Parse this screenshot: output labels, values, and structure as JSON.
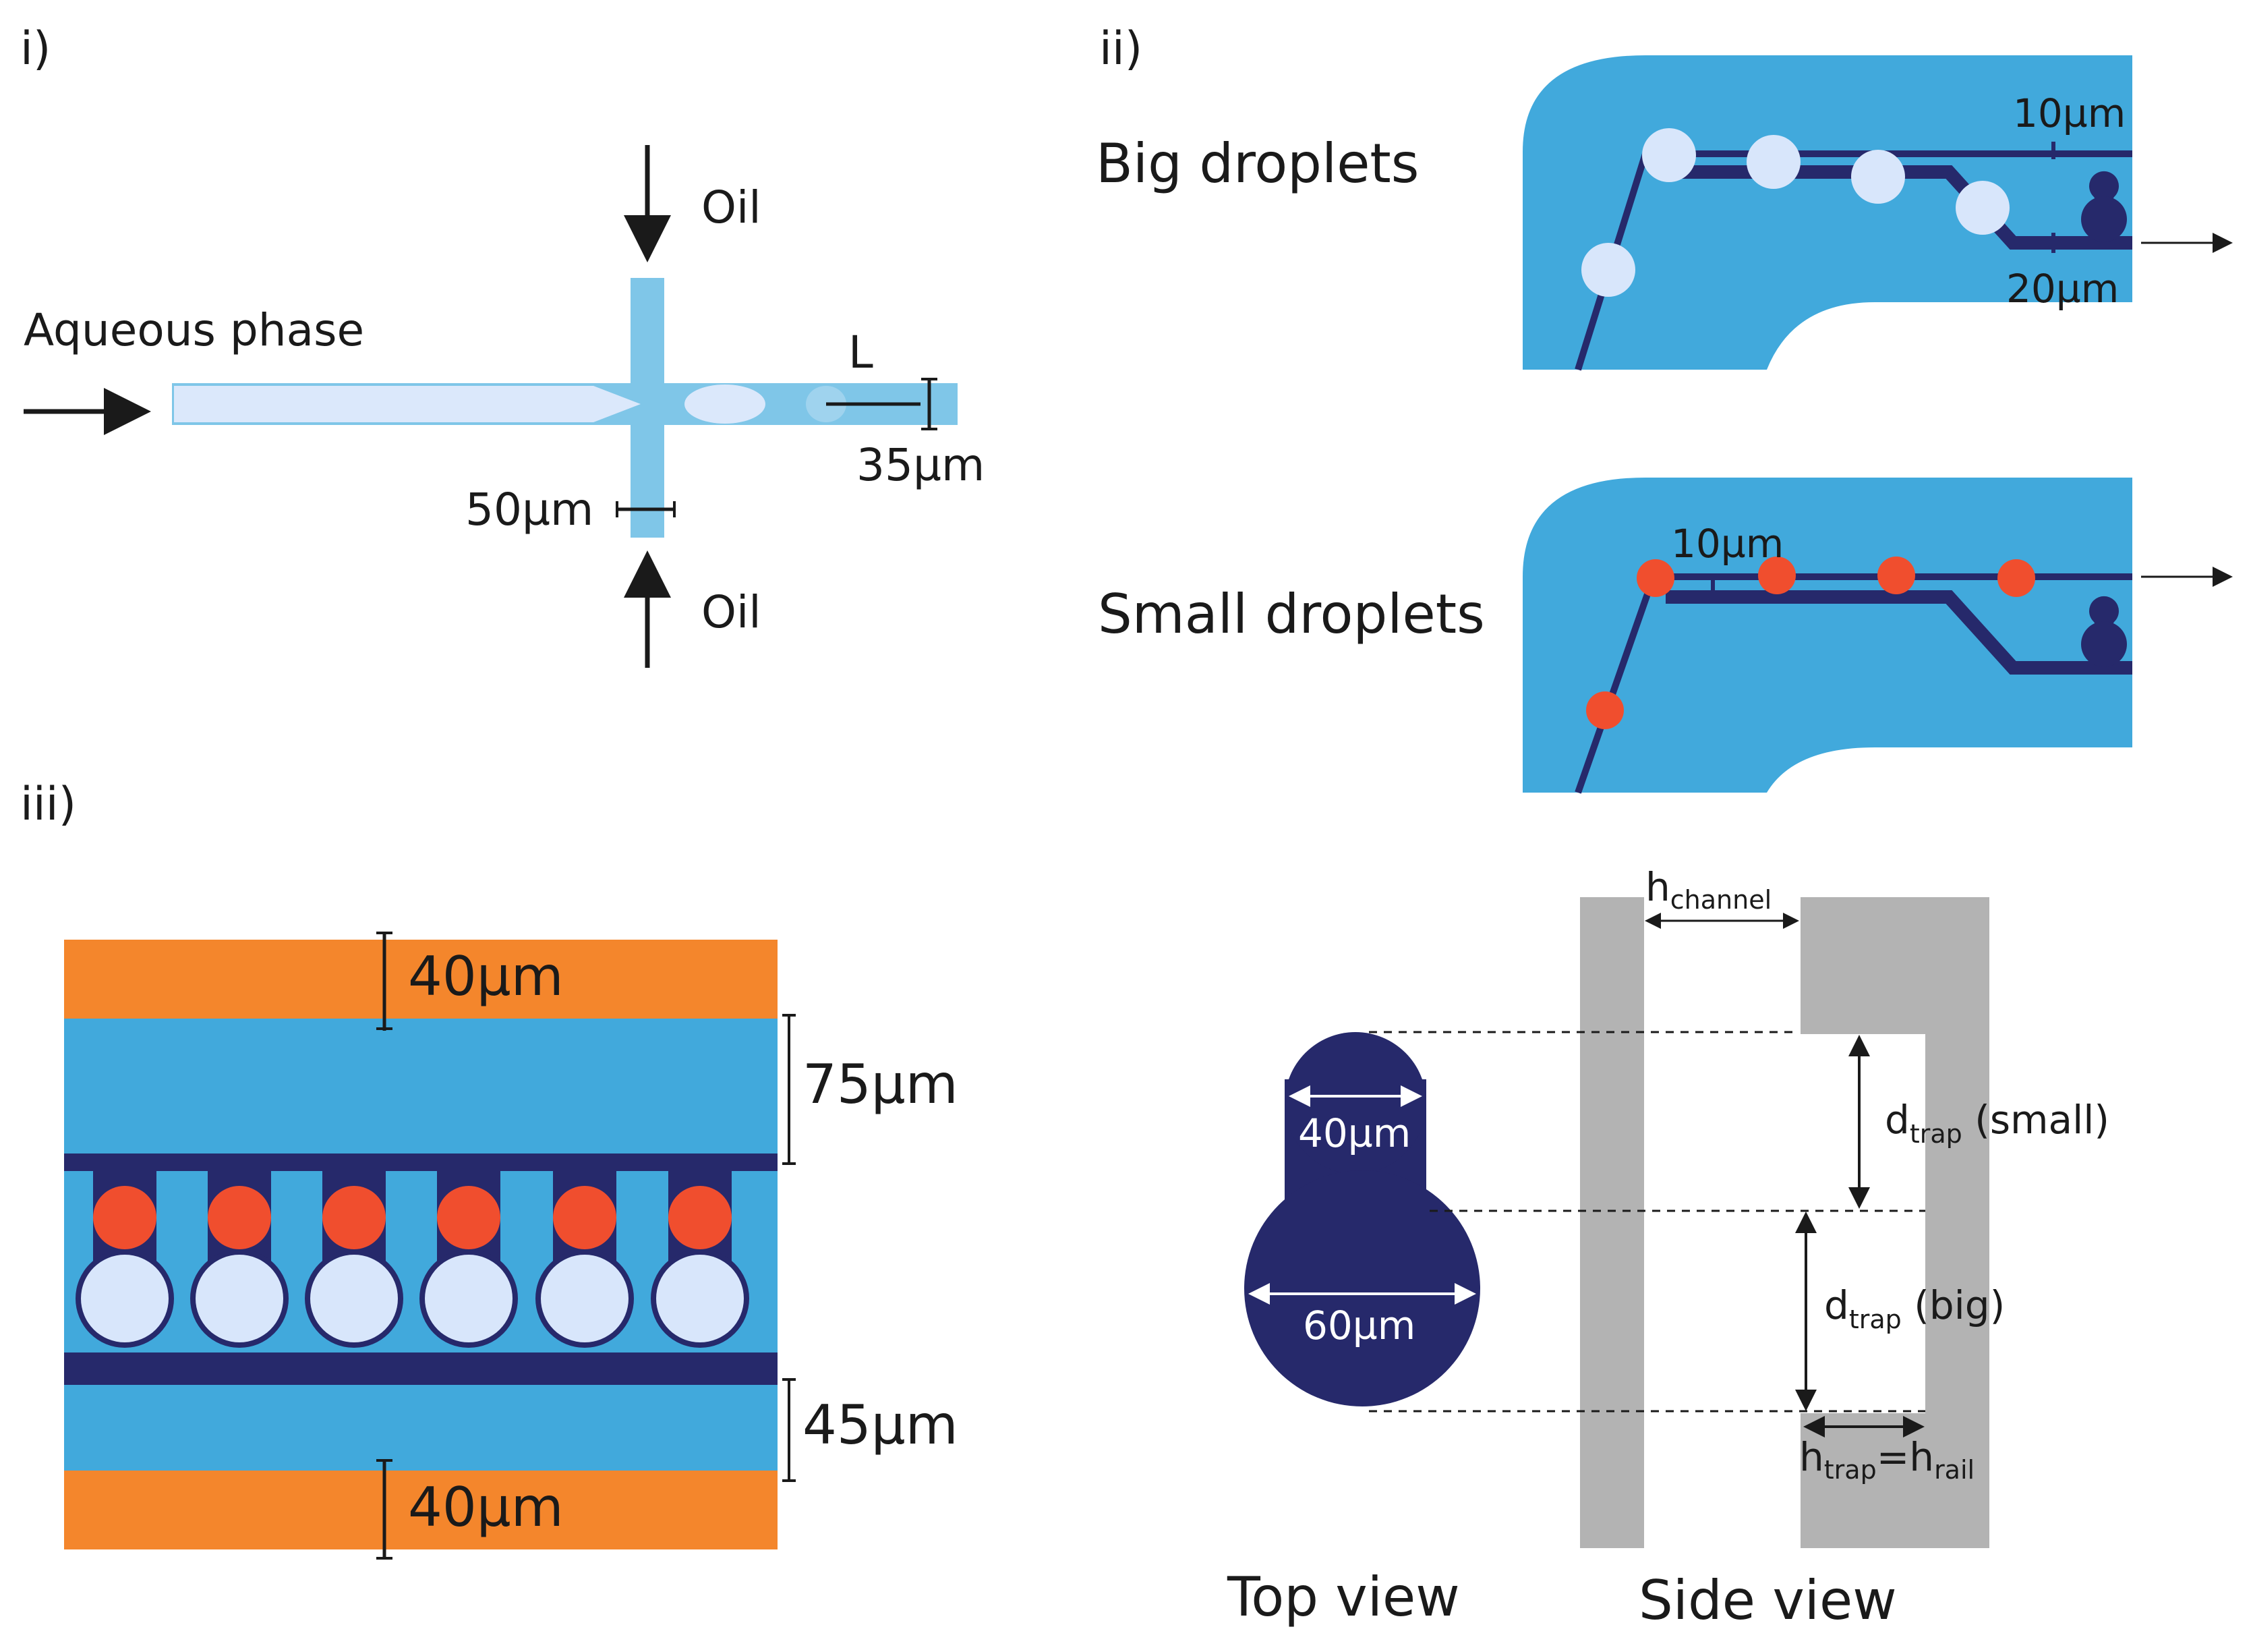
{
  "colors": {
    "channel_light": "#7fc6e8",
    "channel_blue": "#41a9dc",
    "aqueous": "#dbe8fb",
    "rail_dark": "#26296b",
    "droplet_small": "#f04e2e",
    "droplet_big": "#d8e6fb",
    "orange": "#f4862c",
    "gray": "#b3b3b3"
  },
  "panel_i": {
    "label": "i)",
    "aqueous_phase": "Aqueous phase",
    "oil_top": "Oil",
    "oil_bottom": "Oil",
    "length_label": "L",
    "width_outlet": "35µm",
    "width_inlet": "50µm"
  },
  "panel_ii": {
    "label": "ii)",
    "big_droplets": "Big droplets",
    "small_droplets": "Small droplets",
    "big_gap_top": "10µm",
    "big_gap_bottom": "20µm",
    "small_gap": "10µm"
  },
  "panel_iii": {
    "label": "iii)",
    "top_orange": "40µm",
    "top_blue": "75µm",
    "bottom_blue": "45µm",
    "bottom_orange": "40µm"
  },
  "trap": {
    "neck_width": "40µm",
    "bulb_width": "60µm",
    "top_view": "Top view",
    "side_view": "Side view",
    "h_main": "h",
    "h_channel_sub": "channel",
    "d_main_1": "d",
    "d_sub_1": "trap",
    "d_suffix_1": " (small)",
    "d_main_2": "d",
    "d_sub_2": "trap",
    "d_suffix_2": " (big)",
    "h_trap_main": "h",
    "h_trap_sub": "trap",
    "h_trap_eq": "=h",
    "h_rail_sub": "rail"
  }
}
